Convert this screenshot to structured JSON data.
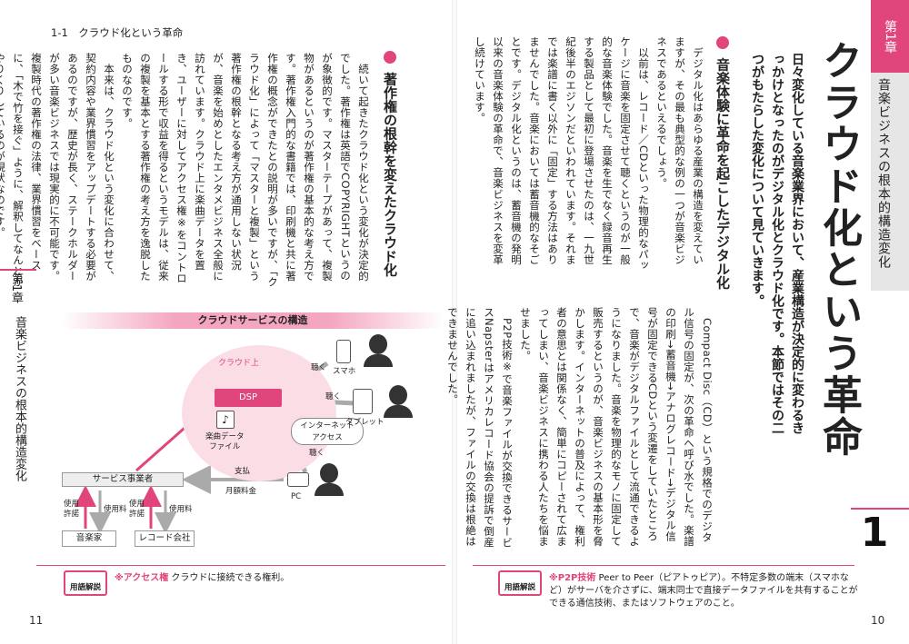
{
  "right_page": {
    "chapter_label": "第1章",
    "chapter_subtitle": "音楽ビジネスの根本的構造変化",
    "title": "クラウド化という革命",
    "lead": "日々変化している音楽業界において、産業構造が決定的に変わるきっかけとなったのがデジタル化とクラウド化です。本節ではその二つがもたらした変化について見ていきます。",
    "section_heading": "音楽体験に革命を起こしたデジタル化",
    "body_paragraphs": [
      "デジタル化はあらゆる産業の構造を変えていますが、その最も典型的な例の一つが音楽ビジネスであるといえるでしょう。",
      "以前は、レコード／CDといった物理的なパッケージに音楽を固定させて聴くというのが一般的な音楽体験でした。音楽を生でなく録音再生する製品として最初に登場させたのは、一九世紀後半のエジソンだといわれています。それまでは楽譜に書く以外に「固定」する方法はありませんでした。音楽においては蓄音機的なそごとです。デジタル化というのは、蓄音機の発明以来の音楽体験の革命で、音楽ビジネスを変革し続けています。",
      "Compact Disc（CD）という規格でのデジタル信号の固定が、次の革命へ呼び水でした。楽譜の印刷→蓄音機→アナログレコード→デジタル信号が固定できるCDという変遷をしていたところで、音楽がデジタルファイルとして流通できるようになりました。音楽を物理的なモノに固定して販売するというのが、音楽ビジネスの基本形を脅かします。インターネットの普及によって、権利者の意思とは関係なく、簡単にコピーされて広まってしまい、音楽ビジネスに携わる人たちを悩ませました。",
      "P2P技術※で音楽ファイルが交換できるサービスNapsterはアメリカレコード協会の提訴で倒産に追い込まれましたが、ファイルの交換は根絶はできませんでした。"
    ],
    "section_number": "1",
    "glossary_badge": "用語解説",
    "glossary_term": "P2P技術",
    "glossary_text": "Peer to Peer（ピアトゥピア）。不特定多数の端末（スマホなど）がサーバを介さずに、端末同士で直接データファイルを共有することができる通信技術、またはソフトウェアのこと。",
    "page_number": "10"
  },
  "left_page": {
    "running_head": "1-1　クラウド化という革命",
    "section_heading": "著作権の根幹を変えたクラウド化",
    "body_paragraphs": [
      "続いて起きたクラウド化という変化が決定的でした。著作権は英語でCOPYRIGHTというのが象徴的です。マスターテープがあって、複製物があるというのが著作権の基本的な考え方です。著作権入門的な書籍では、印刷機と共に著作権の概念ができたとの説明が多いですが、「クラウド化」によって「マスターと複製」という著作権の根幹となる考え方が通用しない状況が、音楽を始めとしたエンタメビジネス全般に訪れています。クラウド上に楽曲データを置き、ユーザーに対してアクセス権※をコントロールする形で収益を得るというモデルは、従来の複製を基本とする著作権の考え方を逸脱したものなのです。",
      "本来は、クラウド化という変化に合わせて、契約内容や業界慣習をアップデートする必要があるのですが、歴史が長く、ステークホルダーが多い音楽ビジネスでは現実的に不可能です。複製時代の著作権の法律、業界慣習をベースに、「木で竹を接ぐ」ように、解釈してなんとかやりくりしているのが現状なのです。"
    ],
    "chapter_tab_label": "第1章",
    "chapter_tab_subtitle": "音楽ビジネスの根本的構造変化",
    "diagram": {
      "title": "クラウドサービスの構造",
      "cloud_label": "クラウド上",
      "dsp": "DSP",
      "music_file": "楽曲データ\nファイル",
      "internet": "インターネット\nアクセス",
      "service_provider": "サービス事業者",
      "artist": "音楽家",
      "record_label": "レコード会社",
      "listen_labels": [
        "聴く",
        "聴く",
        "聴く"
      ],
      "devices": [
        "スマホ",
        "タブレット",
        "PC"
      ],
      "payment": "支払",
      "monthly_fee": "月額料金",
      "usage_permit": "使用\n許諾",
      "usage_fee": "使用料"
    },
    "glossary_badge": "用語解説",
    "glossary_term": "アクセス権",
    "glossary_text": "クラウドに接続できる権利。",
    "page_number": "11"
  }
}
